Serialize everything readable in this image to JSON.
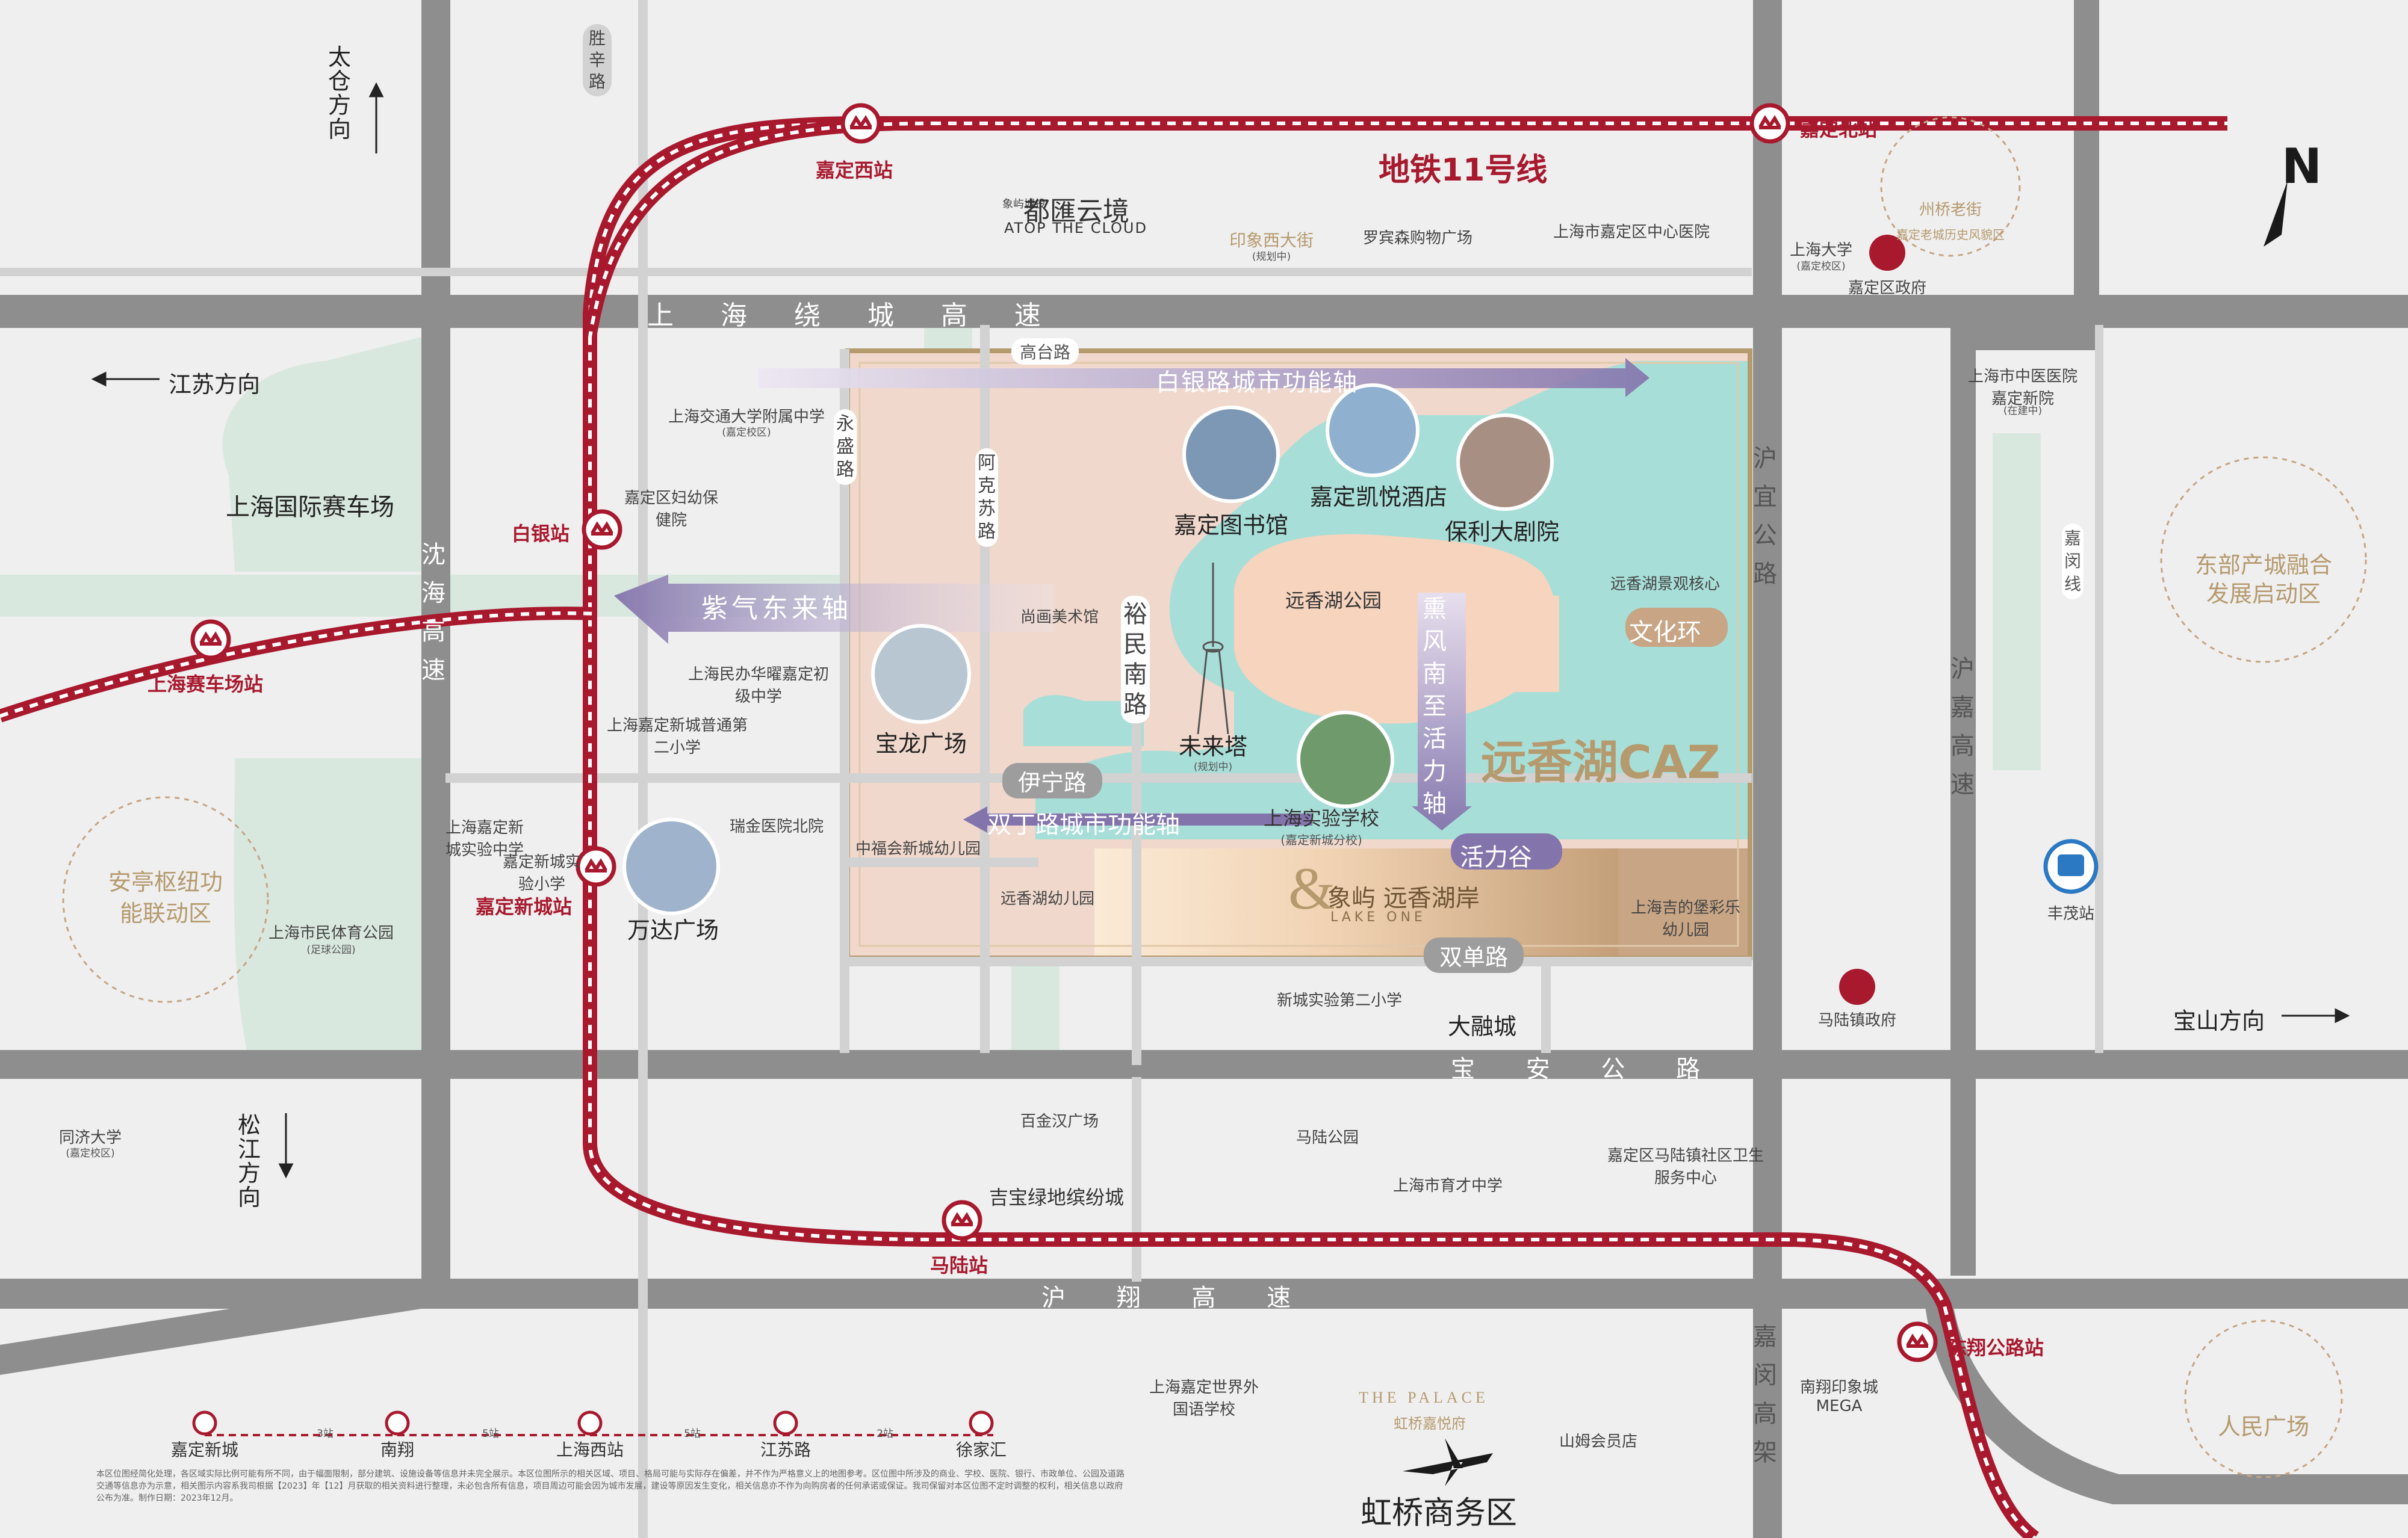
{
  "title": "远香湖CAZ",
  "metro": {
    "line_name": "地铁11号线",
    "stations": {
      "jiading_north": "嘉定北站",
      "jiading_west": "嘉定西站",
      "baiyin": "白银站",
      "circuit": "上海赛车场站",
      "xincheng": "嘉定新城站",
      "malu": "马陆站",
      "chenxiang": "陈翔公路站"
    }
  },
  "roads": {
    "shengxin": "胜辛路",
    "ring_expressway": "上 海 绕 城 高 速",
    "gaotai": "高台路",
    "yongsheng": "永盛路",
    "akesu": "阿克苏路",
    "yuminnan": "裕民南路",
    "yining": "伊宁路",
    "shuangdan": "双单路",
    "baoan": "宝 安 公 路",
    "huxiang": "沪 翔 高 速",
    "huyi": "沪宜公路",
    "hujia": "沪嘉高速",
    "jiamin_line": "嘉闵线",
    "jiamin_elevated": "嘉闵高架",
    "shenhai": "沈海高速"
  },
  "axes": {
    "baiyin_axis": "白银路城市功能轴",
    "ziqi_axis": "紫气东来轴",
    "shuangding_axis": "双丁路城市功能轴",
    "xunfeng_axis": "熏风南至活力轴",
    "wenhua": "文化环",
    "huoli": "活力谷"
  },
  "directions": {
    "taicang": "太仓方向",
    "jiangsu": "江苏方向",
    "songjiang": "松江方向",
    "baoshan": "宝山方向",
    "north": "N"
  },
  "landmarks": {
    "atop_cn": "都匯云境",
    "atop_en": "ATOP THE CLOUD",
    "atop_brand": "象屿城投",
    "yinxiang": "印象西大街",
    "yinxiang_note": "(规划中)",
    "robinson": "罗宾森购物广场",
    "jiading_hospital": "上海市嘉定区中心医院",
    "shu_university": "上海大学",
    "shu_note": "(嘉定校区)",
    "district_gov": "嘉定区政府",
    "zhouqiao": "州桥老街",
    "zhouqiao_sub": "嘉定老城历史风貌区",
    "tcm_hospital": "上海市中医医院嘉定新院",
    "tcm_note": "(在建中)",
    "east_zone": "东部产城融合发展启动区",
    "circuit_park": "上海国际赛车场",
    "anting": "安亭枢纽功能联动区",
    "sjtu_school": "上海交通大学附属中学",
    "sjtu_note": "(嘉定校区)",
    "maternal": "嘉定区妇幼保健院",
    "huayao": "上海民办华曜嘉定初级中学",
    "puer": "上海嘉定新城普通第二小学",
    "xc_middle": "上海嘉定新城实验中学",
    "xc_primary": "嘉定新城实验小学",
    "ruijin": "瑞金医院北院",
    "citizen_park": "上海市民体育公园",
    "citizen_note": "(足球公园)",
    "wanda": "万达广场",
    "baolong": "宝龙广场",
    "shanghua": "尚画美术馆",
    "library": "嘉定图书馆",
    "kerry": "嘉定凯悦酒店",
    "poly": "保利大剧院",
    "yxh_park": "远香湖公园",
    "scenic_core": "远香湖景观核心",
    "weilai_tower": "未来塔",
    "weilai_note": "(规划中)",
    "shiyan_school": "上海实验学校",
    "shiyan_note": "(嘉定新城分校)",
    "zhongfu": "中福会新城幼儿园",
    "yxh_kinder": "远香湖幼儿园",
    "project_cn": "象屿 远香湖岸",
    "project_en": "LAKE ONE",
    "bubble_kinder": "上海吉的堡彩乐幼儿园",
    "xc_second": "新城实验第二小学",
    "darong": "大融城",
    "malu_gov": "马陆镇政府",
    "fengmao": "丰茂站",
    "tongji": "同济大学",
    "tongji_note": "(嘉定校区)",
    "baijinhan": "百金汉广场",
    "jibao": "吉宝绿地缤纷城",
    "malu_park": "马陆公园",
    "yucai": "上海市育才中学",
    "malu_health": "嘉定区马陆镇社区卫生服务中心",
    "people_square": "人民广场",
    "foreign_school": "上海嘉定世界外国语学校",
    "mega": "南翔印象城MEGA",
    "sams": "山姆会员店",
    "palace_cn": "虹桥嘉悦府",
    "palace_en": "THE PALACE",
    "hongqiao": "虹桥商务区"
  },
  "legend": {
    "stops": [
      "嘉定新城",
      "南翔",
      "上海西站",
      "江苏路",
      "徐家汇"
    ],
    "gaps": [
      "3站",
      "5站",
      "5站",
      "2站"
    ]
  },
  "disclaimer": "本区位图经简化处理，各区域实际比例可能有所不同，由于幅面限制，部分建筑、设施设备等信息并未完全展示。本区位图所示的相关区域、项目、格局可能与实际存在偏差，并不作为严格意义上的地图参考。区位图中所涉及的商业、学校、医院、银行、市政单位、公园及道路交通等信息亦为示意，相关图示内容系我司根据【2023】年【12】月获取的相关资料进行整理，未必包含所有信息，项目周边可能会因为城市发展，建设等原因发生变化，相关信息亦不作为向购房者的任何承诺或保证。我司保留对本区位图不定时调整的权利，相关信息以政府公布为准。制作日期：2023年12月。",
  "colors": {
    "metro": "#a8192e",
    "road": "#8e8e8e",
    "lake": "#a8ded8",
    "land": "#f0d6c8",
    "campus": "#ddeae2",
    "axis": "#8c7fb4",
    "gold": "#b59a6e"
  }
}
